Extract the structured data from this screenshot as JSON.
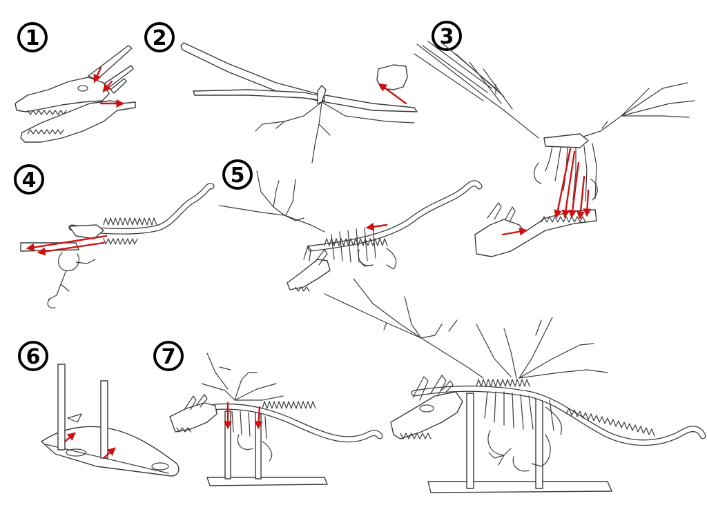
{
  "figure": {
    "steps": [
      {
        "label": "1",
        "part": "head"
      },
      {
        "label": "2",
        "part": "wing"
      },
      {
        "label": "3",
        "part": "wings-ribs-head"
      },
      {
        "label": "4",
        "part": "body-spine"
      },
      {
        "label": "5",
        "part": "dragon-partial"
      },
      {
        "label": "6",
        "part": "stand"
      },
      {
        "label": "7",
        "part": "dragon-on-stand"
      }
    ],
    "final_result": "assembled-dragon",
    "colors": {
      "arrow": "#d01010",
      "outline": "#3a3a3a",
      "background": "#ffffff"
    }
  }
}
